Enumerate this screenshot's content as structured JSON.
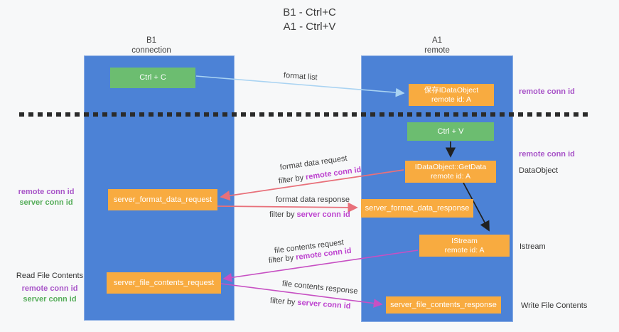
{
  "title": {
    "line1": "B1 - Ctrl+C",
    "line2": "A1 - Ctrl+V"
  },
  "lanes": {
    "left": {
      "header": [
        "B1",
        "connection"
      ]
    },
    "right": {
      "header": [
        "A1",
        "remote"
      ]
    }
  },
  "boxes": {
    "ctrl_c": {
      "label": "Ctrl + C"
    },
    "save_dataobject": {
      "line1": "保存IDataObject",
      "line2": "remote id: A"
    },
    "ctrl_v": {
      "label": "Ctrl + V"
    },
    "getdata": {
      "line1": "IDataObject::GetData",
      "line2": "remote id: A"
    },
    "format_request": {
      "label": "server_format_data_request"
    },
    "format_response": {
      "label": "server_format_data_response"
    },
    "istream": {
      "line1": "IStream",
      "line2": "remote id: A"
    },
    "file_request": {
      "label": "server_file_contents_request"
    },
    "file_response": {
      "label": "server_file_contents_response"
    }
  },
  "flow_labels": {
    "format_list": "format list",
    "format_data_request": "format data request",
    "format_data_response": "format data response",
    "file_contents_request": "file contents request",
    "file_contents_response": "file contents response",
    "filter_by": "filter by ",
    "remote_conn_id": "remote conn id",
    "server_conn_id": "server conn id"
  },
  "side_labels": {
    "remote_conn_id": "remote conn id",
    "server_conn_id": "server conn id",
    "dataobject": "DataObject",
    "istream": "Istream",
    "read_file_contents": "Read File Contents",
    "write_file_contents": "Write File Contents"
  },
  "colors": {
    "background": "#f7f8f9",
    "lane_blue": "#4c82d6",
    "box_green": "#6cbd70",
    "box_orange": "#f8ab40",
    "arrow_light_blue": "#a9d3f2",
    "arrow_black": "#212121",
    "arrow_salmon": "#e8707a",
    "arrow_magenta": "#c750c3",
    "label_purple": "#a855c8",
    "filter_purple": "#bd43cf",
    "label_green": "#56ad5a",
    "dashed_line": "#2b2b2b"
  }
}
